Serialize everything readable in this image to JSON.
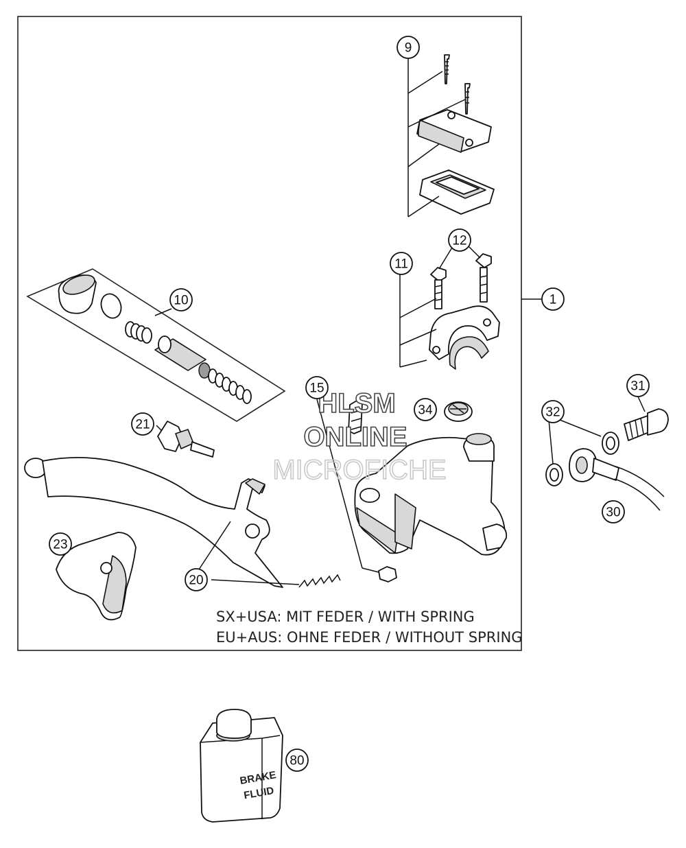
{
  "callouts": [
    {
      "id": "1",
      "label": "1"
    },
    {
      "id": "9",
      "label": "9"
    },
    {
      "id": "10",
      "label": "10"
    },
    {
      "id": "11",
      "label": "11"
    },
    {
      "id": "12",
      "label": "12"
    },
    {
      "id": "15",
      "label": "15"
    },
    {
      "id": "20",
      "label": "20"
    },
    {
      "id": "21",
      "label": "21"
    },
    {
      "id": "23",
      "label": "23"
    },
    {
      "id": "30",
      "label": "30"
    },
    {
      "id": "31",
      "label": "31"
    },
    {
      "id": "32",
      "label": "32"
    },
    {
      "id": "34",
      "label": "34"
    },
    {
      "id": "80",
      "label": "80"
    }
  ],
  "notes": {
    "line1": "SX+USA:  MIT FEDER / WITH SPRING",
    "line2": "EU+AUS:  OHNE FEDER / WITHOUT SPRING"
  },
  "watermark": {
    "line1": "HLSM",
    "line2": "ONLINE",
    "line3": "MICROFICHE"
  },
  "brake_fluid_can": {
    "line1": "BRAKE",
    "line2": "FLUID"
  }
}
